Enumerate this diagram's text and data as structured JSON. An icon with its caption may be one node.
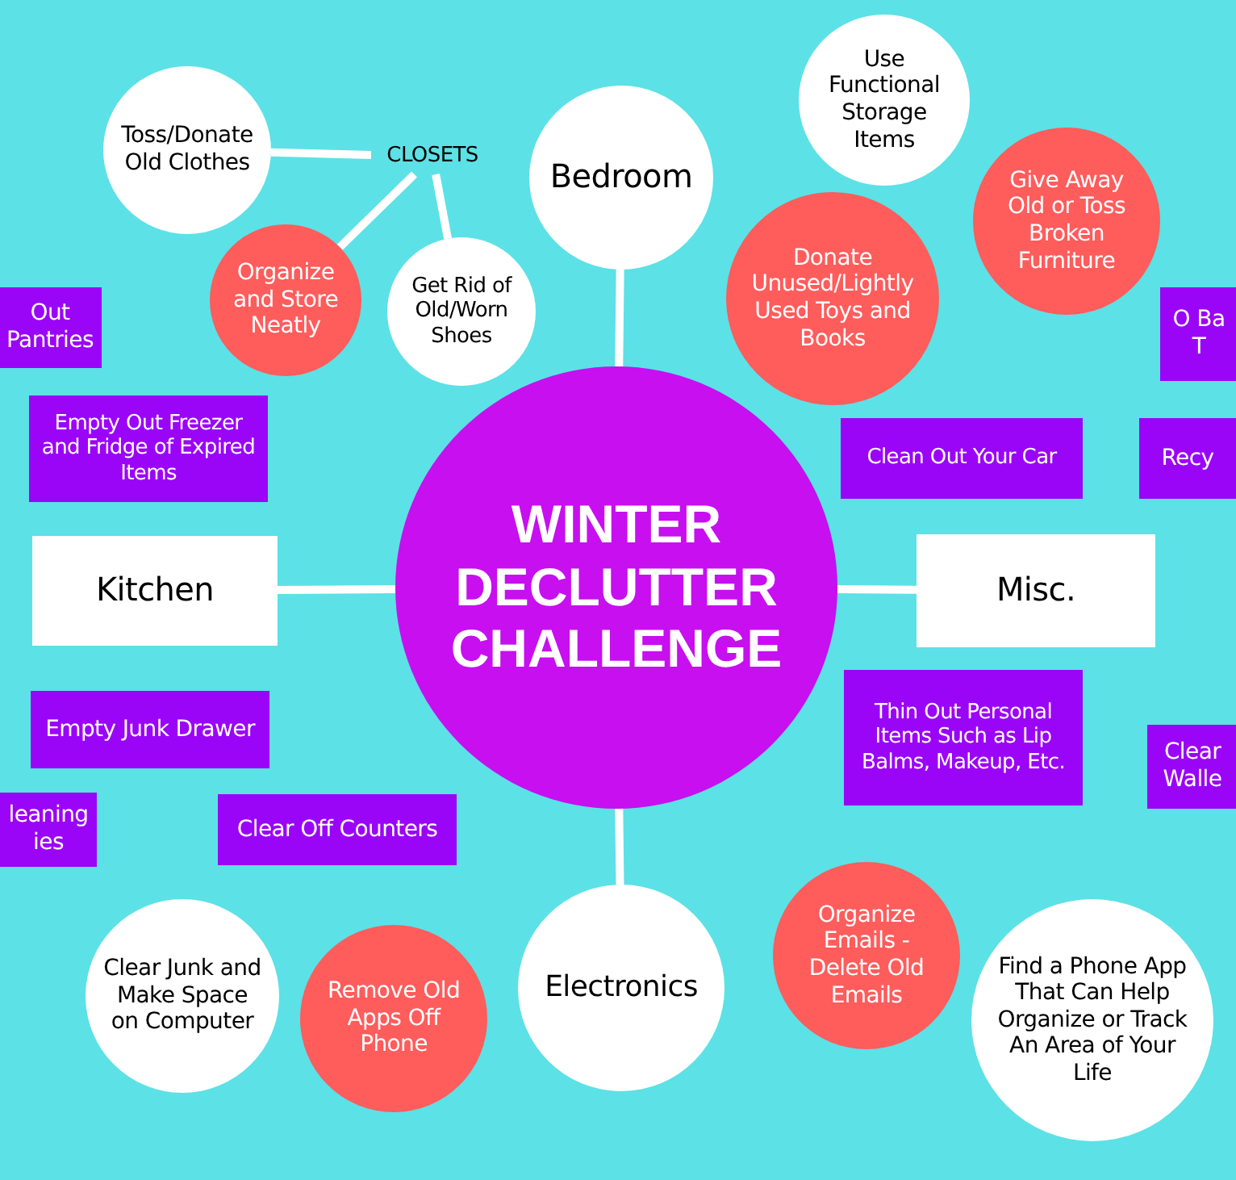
{
  "diagram": {
    "nodes": [
      {
        "text": [
          "WINTER DECLUTTER CHALLENGE"
        ]
      },
      {
        "text": [
          "Bedroom"
        ]
      },
      {
        "text": [
          "CLOSETS"
        ]
      },
      {
        "text": [
          "Toss/Donate Old Clothes"
        ]
      },
      {
        "text": [
          "Organize and Store Neatly"
        ]
      },
      {
        "text": [
          "Get Rid of Old/Worn Shoes"
        ]
      },
      {
        "text": [
          "Use Functional Storage Items"
        ]
      },
      {
        "text": [
          "Donate Unused/Lightly Used Toys and Books"
        ]
      },
      {
        "text": [
          "Give Away Old or Toss Broken Furniture"
        ]
      },
      {
        "text": [
          "Out Pantries"
        ]
      },
      {
        "text": [
          "Empty Out Freezer and Fridge of Expired Items"
        ]
      },
      {
        "text": [
          "Kitchen"
        ]
      },
      {
        "text": [
          "Empty Junk Drawer"
        ]
      },
      {
        "text": [
          "leaning ies"
        ]
      },
      {
        "text": [
          "Clear Off Counters"
        ]
      },
      {
        "text": [
          "Clean Out Your Car"
        ]
      },
      {
        "text": [
          "O Ba T"
        ]
      },
      {
        "text": [
          "Recy"
        ]
      },
      {
        "text": [
          "Misc."
        ]
      },
      {
        "text": [
          "Thin Out Personal Items Such as Lip Balms, Makeup, Etc."
        ]
      },
      {
        "text": [
          "Clear Walle"
        ]
      },
      {
        "text": [
          "Electronics"
        ]
      },
      {
        "text": [
          "Clear Junk and Make Space on Computer"
        ]
      },
      {
        "text": [
          "Remove Old Apps Off Phone"
        ]
      },
      {
        "text": [
          "Organize Emails - Delete Old Emails"
        ]
      },
      {
        "text": [
          "Find a Phone App That Can Help Organize or Track An Area of Your Life"
        ]
      }
    ],
    "edges": [
      {
        "from": 0,
        "to": 1,
        "arrow": "none"
      },
      {
        "from": 0,
        "to": 11,
        "arrow": "none"
      },
      {
        "from": 0,
        "to": 18,
        "arrow": "none"
      },
      {
        "from": 0,
        "to": 21,
        "arrow": "none"
      },
      {
        "from": 2,
        "to": 3,
        "arrow": "none"
      },
      {
        "from": 2,
        "to": 4,
        "arrow": "none"
      },
      {
        "from": 2,
        "to": 5,
        "arrow": "none"
      }
    ]
  }
}
